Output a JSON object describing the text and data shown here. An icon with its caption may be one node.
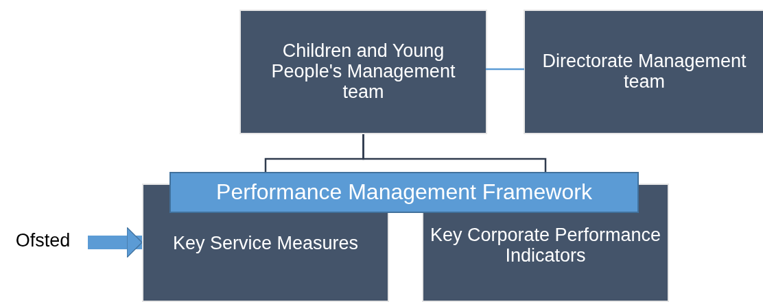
{
  "diagram": {
    "nodes": [
      {
        "text": [
          "Children and Young People's Management team"
        ]
      },
      {
        "text": [
          "Directorate Management team"
        ]
      },
      {
        "text": [
          "Ofsted"
        ]
      },
      {
        "text": [
          "Key Service Measures"
        ]
      },
      {
        "text": [
          "Key Corporate Performance Indicators"
        ]
      },
      {
        "text": [
          "Performance Management Framework"
        ]
      }
    ],
    "edges": [
      {
        "from": 0,
        "to": 1,
        "arrow": "none",
        "color": "#5b9bd5"
      },
      {
        "from": 0,
        "to": 5,
        "arrow": "none",
        "color": "#2f3b4e"
      },
      {
        "from": 0,
        "to": 5,
        "arrow": "none",
        "color": "#2f3b4e"
      },
      {
        "from": 2,
        "to": 3,
        "arrow": "to",
        "style": "thick",
        "color": "#5b9bd5"
      }
    ]
  }
}
